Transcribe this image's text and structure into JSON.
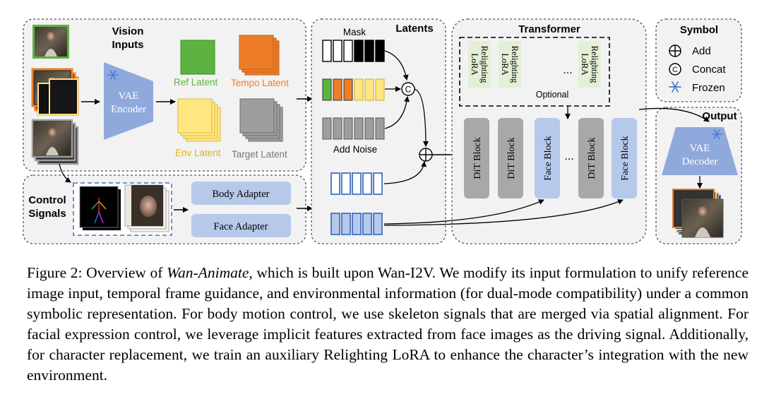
{
  "figure": {
    "vision_inputs": {
      "title": "Vision\nInputs"
    },
    "vae_encoder": {
      "label": "VAE\nEncoder"
    },
    "latents_legend": {
      "ref_latent": "Ref Latent",
      "tempo_latent": "Tempo Latent",
      "env_latent": "Env Latent",
      "target_latent": "Target Latent"
    },
    "control_signals": {
      "title": "Control\nSignals",
      "body_adapter": "Body Adapter",
      "face_adapter": "Face Adapter"
    },
    "latents": {
      "title": "Latents",
      "mask_label": "Mask",
      "add_noise_label": "Add Noise"
    },
    "transformer": {
      "title": "Transformer",
      "lora_label": "Relighting\nLoRA",
      "ellipsis": "...",
      "optional_label": "Optional",
      "blocks": [
        "DiT Block",
        "DiT Block",
        "Face Block",
        "...",
        "DiT Block",
        "Face Block"
      ]
    },
    "symbol": {
      "title": "Symbol",
      "add": "Add",
      "concat": "Concat",
      "frozen": "Frozen",
      "concat_glyph": "C"
    },
    "output": {
      "title": "Output",
      "vae_decoder": "VAE\nDecoder"
    },
    "colors": {
      "ref": "#5CB340",
      "tempo": "#EE7D2A",
      "env": "#FFE680",
      "target": "#9E9E9E",
      "vae": "#8FA9DC",
      "adapter": "#B7C9EA",
      "lora_bg": "#E3F0D6",
      "dit_block": "#A8A8A8",
      "face_block": "#B7C9EA",
      "blue_latent": "#4472C4"
    }
  },
  "caption": {
    "prefix": "Figure 2: Overview of ",
    "emph": "Wan-Animate",
    "rest": ", which is built upon Wan-I2V. We modify its input formulation to unify reference image input, temporal frame guidance, and environmental information (for dual-mode compatibility) under a common symbolic representation. For body motion control, we use skeleton signals that are merged via spatial alignment. For facial expression control, we leverage implicit features extracted from face images as the driving signal. Additionally, for character replacement, we train an auxiliary Relighting LoRA to enhance the character’s integration with the new environment."
  }
}
